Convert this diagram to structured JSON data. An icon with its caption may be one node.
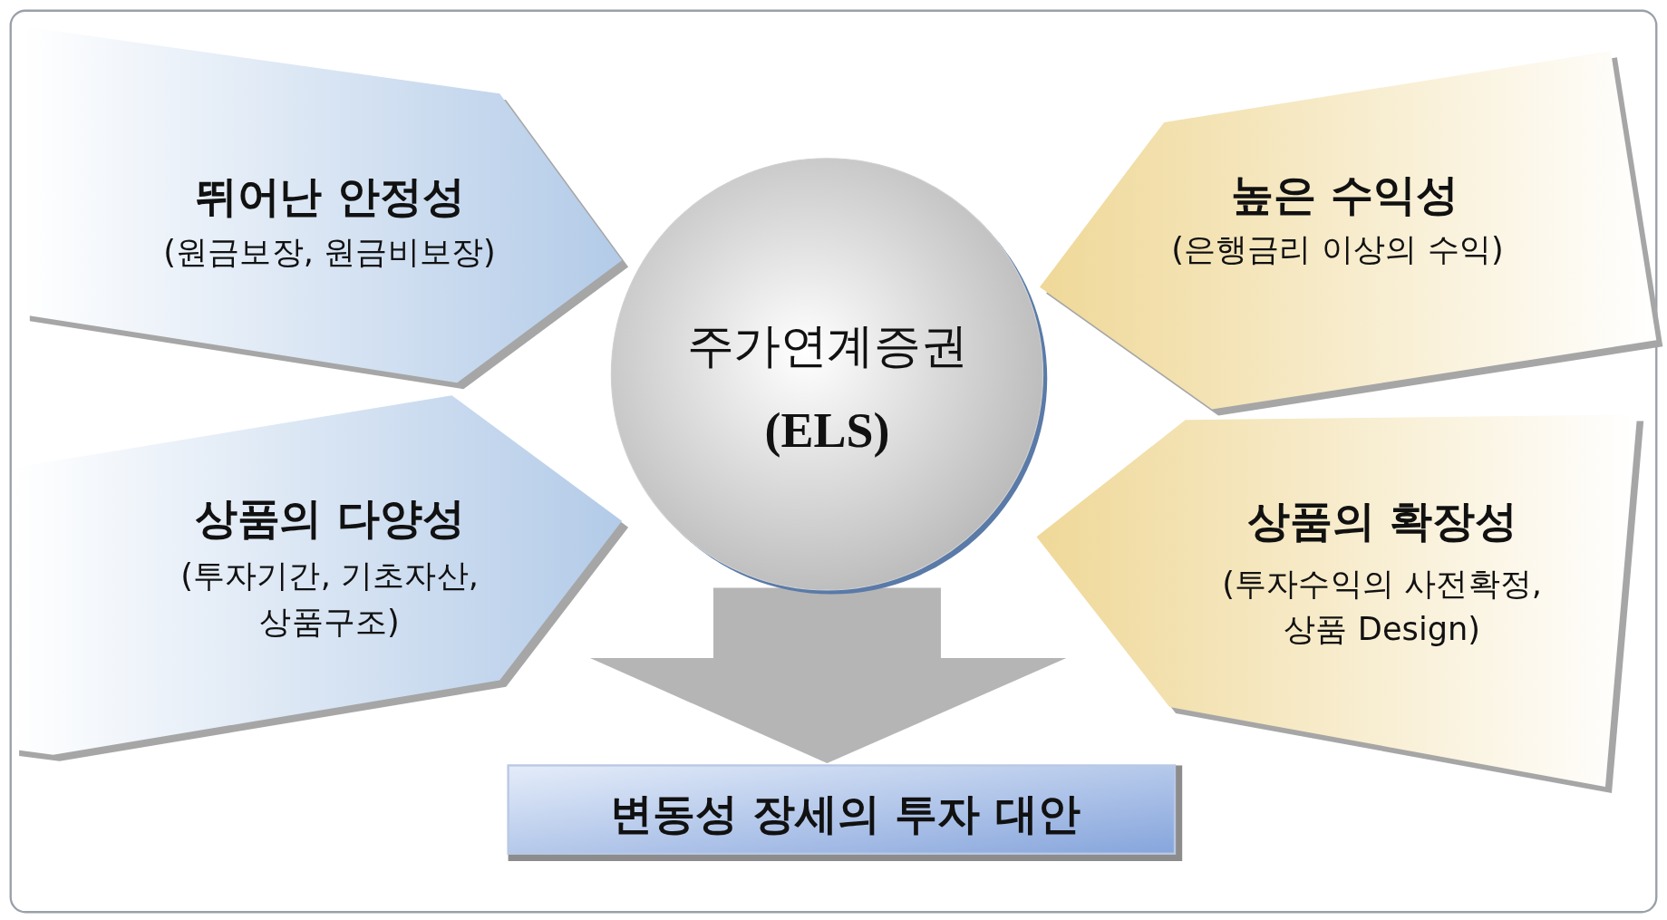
{
  "diagram": {
    "nodes": [
      {
        "text": [
          "주가연계증권",
          "(ELS)"
        ]
      },
      {
        "text": [
          "뛰어난 안정성",
          "(원금보장, 원금비보장)"
        ]
      },
      {
        "text": [
          "상품의 다양성",
          "(투자기간, 기초자산, 상품구조)"
        ]
      },
      {
        "text": [
          "높은 수익성",
          "(은행금리 이상의 수익)"
        ]
      },
      {
        "text": [
          "상품의 확장성",
          "(투자수익의 사전확정, 상품 Design)"
        ]
      },
      {
        "text": [
          "변동성 장세의 투자 대안"
        ]
      }
    ],
    "edges": [
      {
        "from": 0,
        "to": 5,
        "arrow": "to"
      }
    ]
  }
}
